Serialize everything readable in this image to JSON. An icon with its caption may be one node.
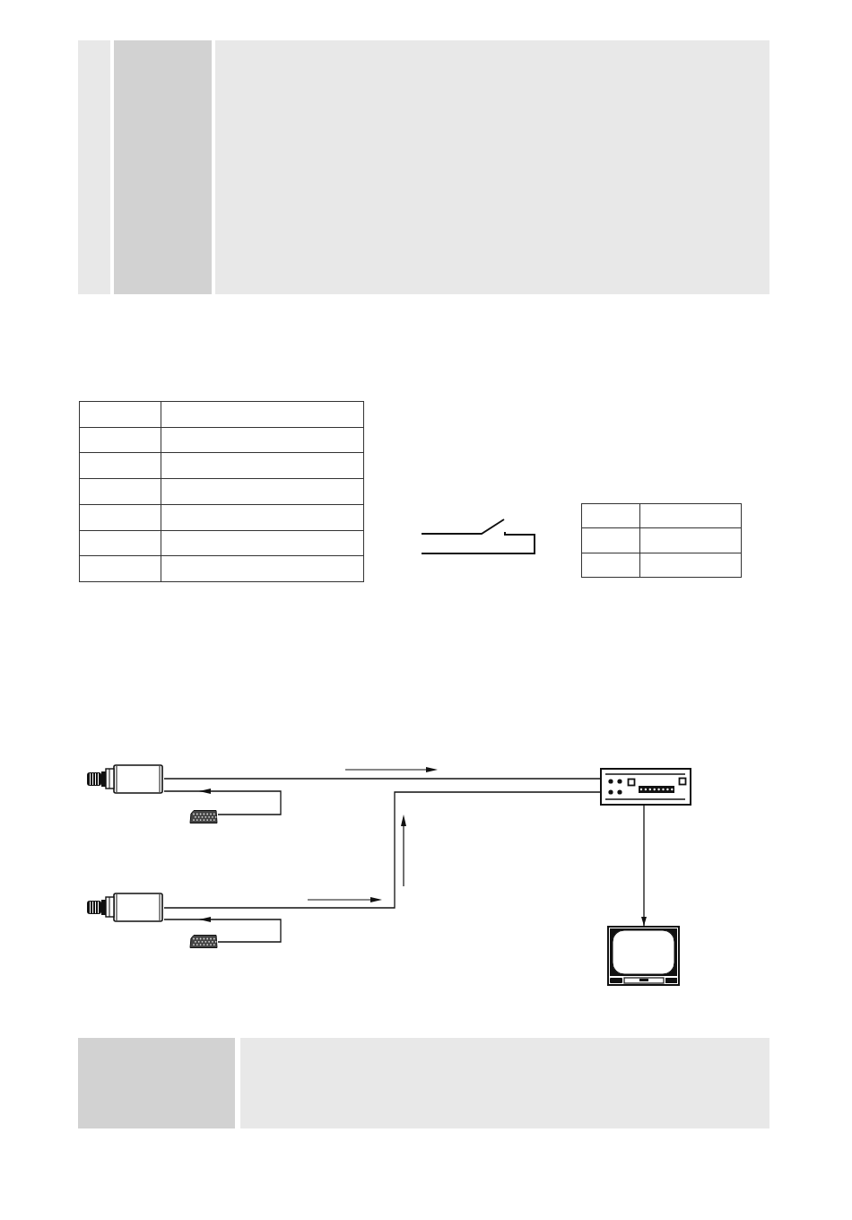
{
  "diagram": {
    "nodes": [
      {
        "text": [],
        "shape": "picture"
      },
      {
        "text": [],
        "shape": "picture"
      },
      {
        "text": [],
        "shape": "picture"
      },
      {
        "text": [],
        "shape": "picture"
      },
      {
        "text": [],
        "shape": "picture"
      },
      {
        "text": [],
        "shape": "picture"
      }
    ],
    "edges": [
      {
        "from": 1,
        "to": 0,
        "arrow": "to"
      },
      {
        "from": 0,
        "to": 4,
        "arrow": "none"
      },
      {
        "from": 3,
        "to": 2,
        "arrow": "to"
      },
      {
        "from": 2,
        "to": 4,
        "arrow": "none"
      },
      {
        "from": 4,
        "to": 5,
        "arrow": "to"
      }
    ]
  }
}
